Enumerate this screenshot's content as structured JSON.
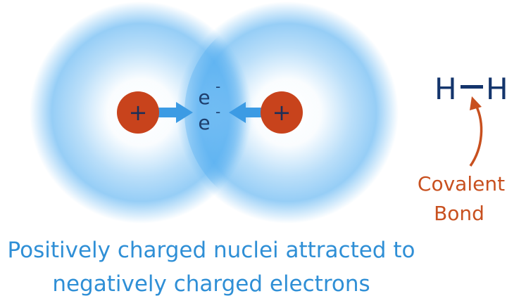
{
  "diagram": {
    "nucleus_charge": "+",
    "electron_labels": [
      "e",
      "e"
    ],
    "electron_charge": "-",
    "formula": {
      "atom_left": "H",
      "atom_right": "H"
    },
    "bond_label_line1": "Covalent",
    "bond_label_line2": "Bond",
    "caption_line1": "Positively charged nuclei attracted to",
    "caption_line2": "negatively charged electrons",
    "colors": {
      "cloud": "#4aaaf0",
      "arrow": "#3c9be4",
      "nucleus": "#c8431c",
      "nucleus_text": "#1c2f58",
      "electron_text": "#1e3f6e",
      "formula_text": "#14356c",
      "bond_annotation": "#c8501f",
      "caption": "#2f8fd6"
    }
  }
}
